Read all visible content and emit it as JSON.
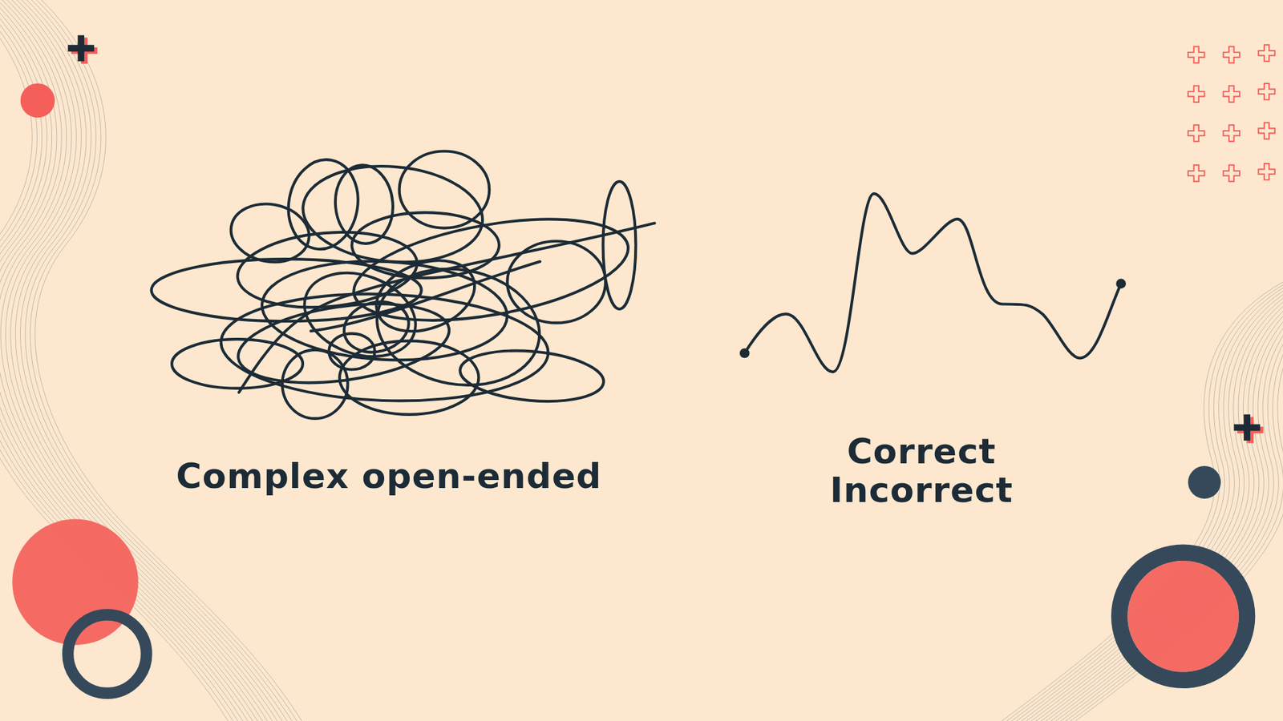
{
  "diagram": {
    "labels": [
      "Complex open-ended",
      "Correct",
      "Incorrect"
    ]
  }
}
